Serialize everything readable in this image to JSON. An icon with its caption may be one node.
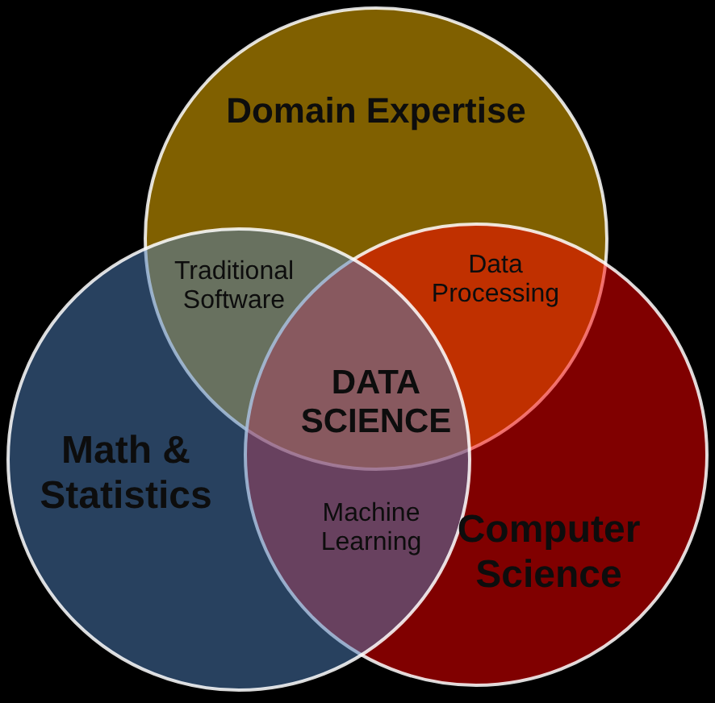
{
  "diagram": {
    "nodes": [
      {
        "text": [
          "Domain Expertise"
        ]
      },
      {
        "text": [
          "Math & Statistics"
        ]
      },
      {
        "text": [
          "Computer Science"
        ]
      }
    ],
    "labels": [
      "Traditional Software",
      "Data Processing",
      "DATA SCIENCE",
      "Machine Learning"
    ]
  }
}
